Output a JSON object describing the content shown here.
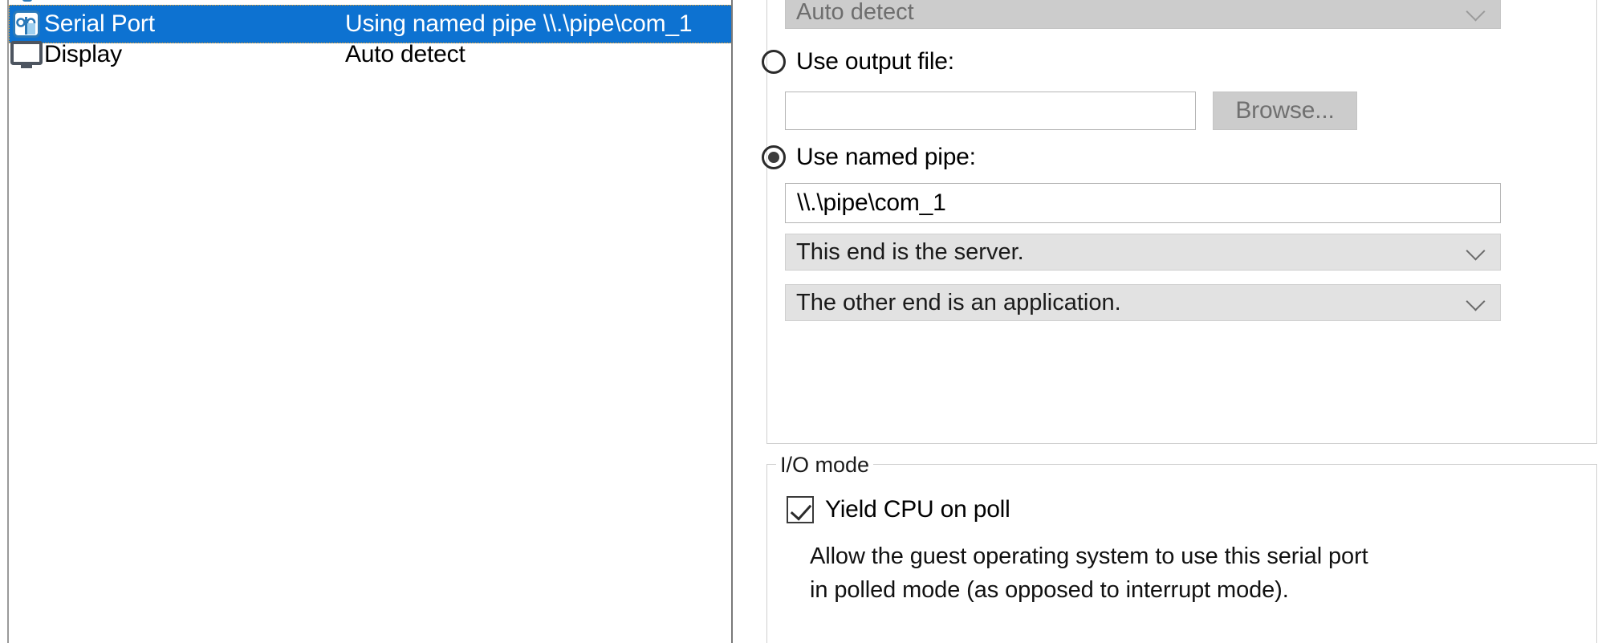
{
  "device_list": {
    "partial_top_icon": "device-icon-clipped",
    "rows": [
      {
        "icon": "serial-port-icon",
        "label": "Serial Port",
        "status": "Using named pipe \\\\.\\pipe\\com_1",
        "selected": true
      },
      {
        "icon": "display-monitor-icon",
        "label": "Display",
        "status": "Auto detect",
        "selected": false
      }
    ]
  },
  "settings": {
    "connection": {
      "device_combo": {
        "value": "Auto detect",
        "disabled": true,
        "chevron": "chevron-down-icon"
      },
      "use_output_file": {
        "label": "Use output file:",
        "selected": false,
        "path_value": "",
        "browse_label": "Browse...",
        "browse_disabled": true
      },
      "use_named_pipe": {
        "label": "Use named pipe:",
        "selected": true,
        "pipe_value": "\\\\.\\pipe\\com_1",
        "near_end_combo": {
          "value": "This end is the server.",
          "chevron": "chevron-down-icon"
        },
        "far_end_combo": {
          "value": "The other end is an application.",
          "chevron": "chevron-down-icon"
        }
      }
    },
    "io_mode": {
      "legend": "I/O mode",
      "yield_cpu": {
        "label": "Yield CPU on poll",
        "checked": true
      },
      "description": "Allow the guest operating system to use this serial port in polled mode (as opposed to interrupt mode)."
    }
  },
  "colors": {
    "selection_blue": "#0d72d1",
    "icon_blue": "#2b79b8",
    "icon_gray": "#4d5560",
    "combo_disabled_bg": "#cccccc",
    "combo_enabled_bg": "#e2e2e2",
    "groupbox_border": "#d0d0d0"
  }
}
